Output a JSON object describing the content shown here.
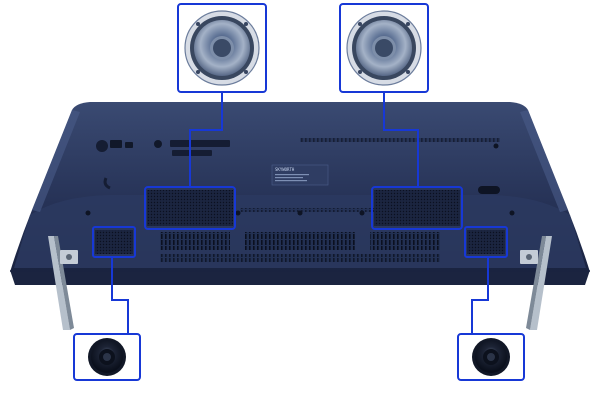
{
  "scene": {
    "subject": "tv-back-panel-speaker-system",
    "colors": {
      "background": "#ffffff",
      "tv_body": "#25304d",
      "tv_body_light": "#34436a",
      "tv_shadow": "#151c31",
      "callout": "#1738d6",
      "vent": "#0d1324",
      "stand": "#a7b1bd"
    }
  },
  "callouts": {
    "top_left": {
      "kind": "midrange-woofer",
      "icon": "woofer-icon"
    },
    "top_right": {
      "kind": "midrange-woofer",
      "icon": "woofer-icon"
    },
    "bottom_left": {
      "kind": "tweeter",
      "icon": "tweeter-icon"
    },
    "bottom_right": {
      "kind": "tweeter",
      "icon": "tweeter-icon"
    }
  },
  "rear_label": {
    "text": "SKYWORTH"
  }
}
